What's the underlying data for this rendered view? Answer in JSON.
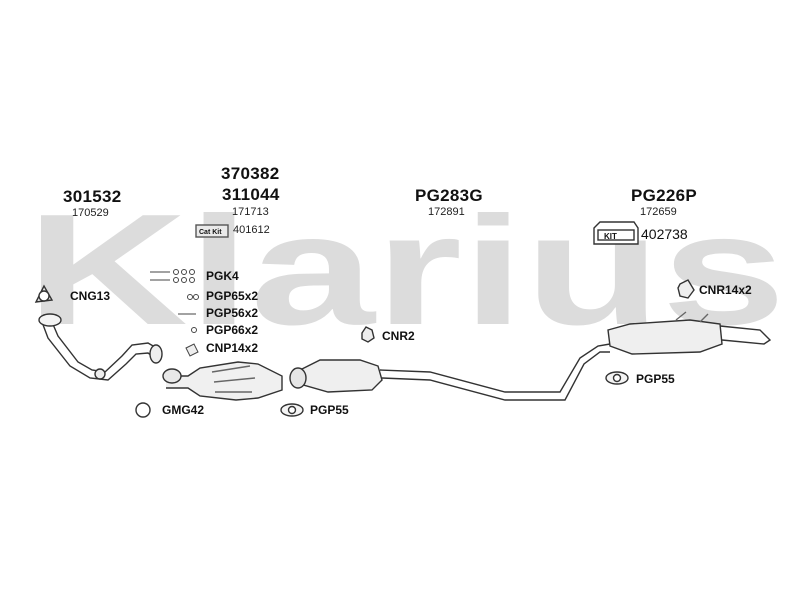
{
  "watermark": "Klarius",
  "sections": {
    "front_pipe": {
      "part": "301532",
      "sub": "170529"
    },
    "catalyst": {
      "part_a": "370382",
      "part_b": "311044",
      "sub": "171713",
      "cat_kit_badge": "Cat Kit",
      "cat_kit_number": "401612"
    },
    "center": {
      "part": "PG283G",
      "sub": "172891"
    },
    "rear": {
      "part": "PG226P",
      "sub": "172659",
      "kit_badge": "KIT",
      "kit_number": "402738"
    }
  },
  "fittings": {
    "cng13": "CNG13",
    "pgk4": "PGK4",
    "pgp65x2": "PGP65x2",
    "pgp56x2": "PGP56x2",
    "pgp66x2": "PGP66x2",
    "cnp14x2": "CNP14x2",
    "gmg42": "GMG42",
    "pgp55_mid": "PGP55",
    "cnr2": "CNR2",
    "cnr14x2": "CNR14x2",
    "pgp55_rear": "PGP55"
  }
}
